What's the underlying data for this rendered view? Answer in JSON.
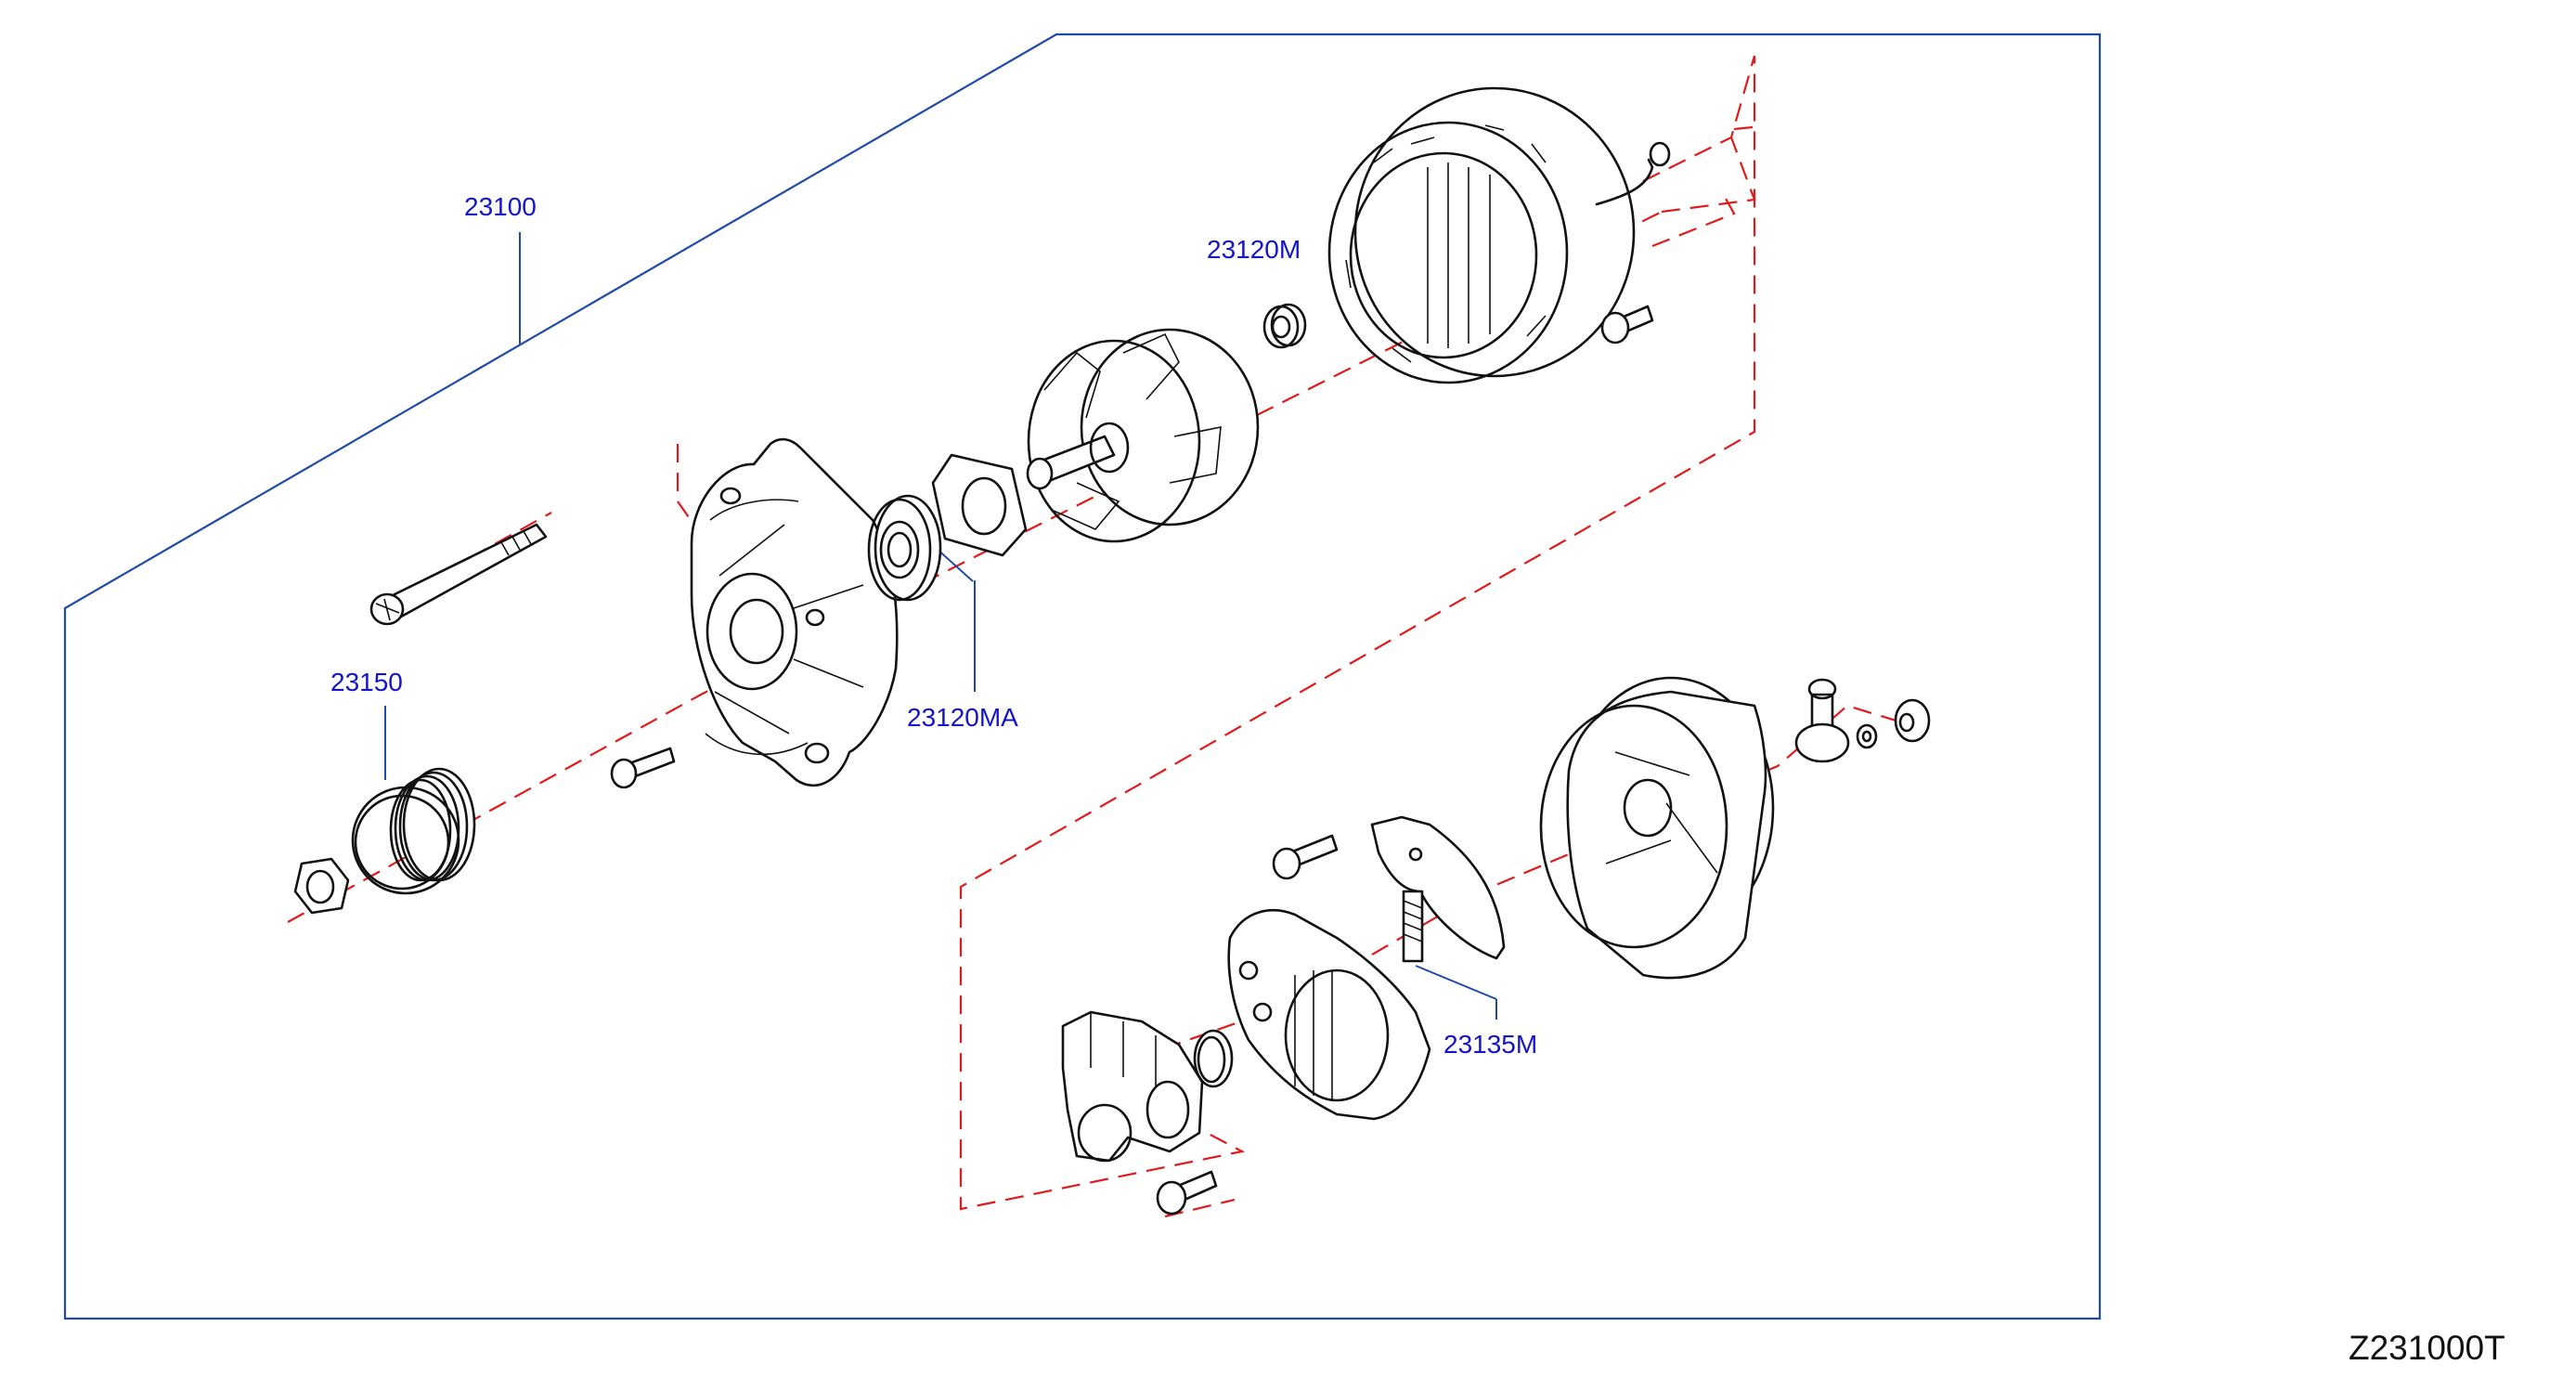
{
  "diagram": {
    "drawing_id": "Z231000T",
    "callouts": {
      "alternator_assy": "23100",
      "pulley": "23150",
      "bearing_front": "23120MA",
      "bearing_rear": "23120M",
      "brush": "23135M"
    }
  },
  "colors": {
    "frame": "#1f4aa8",
    "callout_text": "#1414c8",
    "center_lines": "#e11a1a",
    "linework": "#111111"
  }
}
